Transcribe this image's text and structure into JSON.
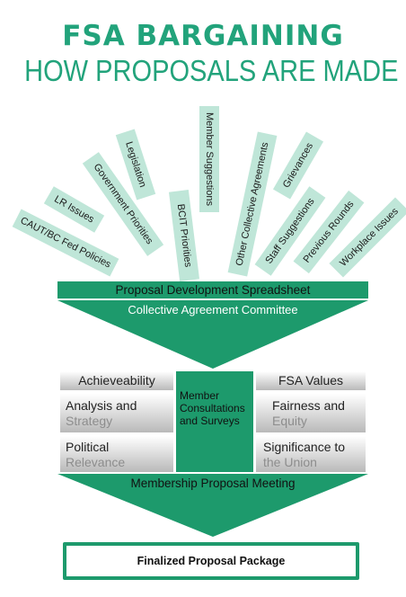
{
  "title": {
    "line1": "FSA BARGAINING",
    "line2": "HOW PROPOSALS ARE MADE"
  },
  "sources": [
    "CAUT/BC Fed Policies",
    "LR Issues",
    "Government Priorities",
    "Legislation",
    "BCIT Priorities",
    "Member Suggestions",
    "Other Collective Agreements",
    "Grievances",
    "Staff Suggestions",
    "Previous Rounds",
    "Workplace Issues"
  ],
  "spreadsheet_label": "Proposal Development Spreadsheet",
  "committee_label": "Collective Agreement Committee",
  "criteria": {
    "left": [
      {
        "line1": "Achieveability",
        "line2": ""
      },
      {
        "line1": "Analysis and",
        "line2": "Strategy"
      },
      {
        "line1": "Political",
        "line2": "Relevance"
      }
    ],
    "center": "Member Consultations and Surveys",
    "right": [
      {
        "line1": "FSA Values",
        "line2": ""
      },
      {
        "line1": "Fairness and",
        "line2": "Equity"
      },
      {
        "line1": "Significance to",
        "line2": "the Union"
      }
    ]
  },
  "meeting_label": "Membership Proposal Meeting",
  "final_label": "Finalized Proposal Package",
  "colors": {
    "accent": "#1d9a6c",
    "title": "#22a37b",
    "tag_bg": "#bfe6d8"
  }
}
